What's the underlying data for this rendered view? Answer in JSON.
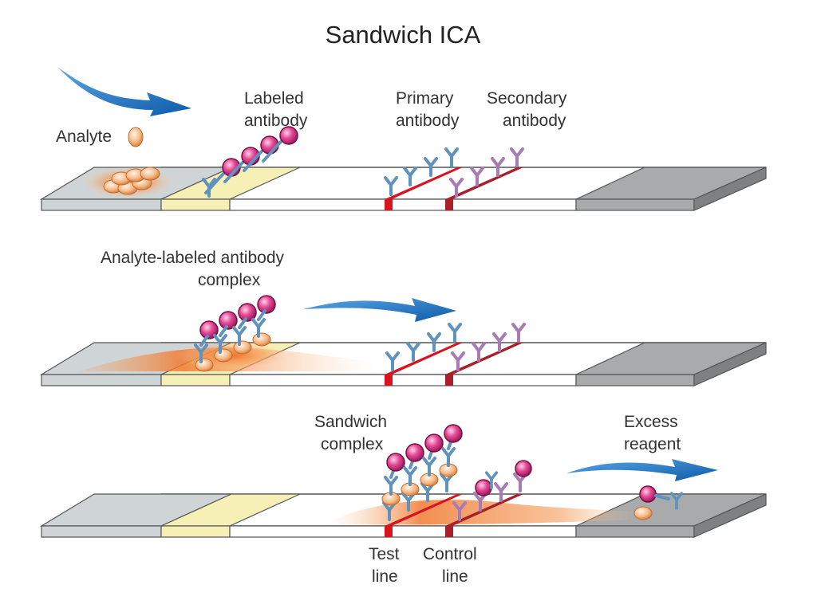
{
  "title": "Sandwich ICA",
  "labels": {
    "analyte": "Analyte",
    "labeled_antibody": [
      "Labeled",
      "antibody"
    ],
    "primary_antibody": [
      "Primary",
      "antibody"
    ],
    "secondary_antibody": [
      "Secondary",
      "antibody"
    ],
    "complex": [
      "Analyte-labeled antibody",
      "complex"
    ],
    "sandwich_complex": [
      "Sandwich",
      "complex"
    ],
    "excess_reagent": [
      "Excess",
      "reagent"
    ],
    "test_line": [
      "Test",
      "line"
    ],
    "control_line": [
      "Control",
      "line"
    ]
  },
  "colors": {
    "arrow": "#1b74c4",
    "sample_pad": "#cdd2d4",
    "conjugate_pad": "#f6f0b4",
    "membrane": "#ffffff",
    "absorbent_pad": "#a6a8a9",
    "test_line": "#d8141e",
    "control_line": "#a8202a",
    "label_particle": "#e0227e",
    "primary_antibody": "#5f93bd",
    "secondary_antibody": "#a77bb5",
    "analyte": "#f2b07a",
    "flow": "#f0782a"
  }
}
